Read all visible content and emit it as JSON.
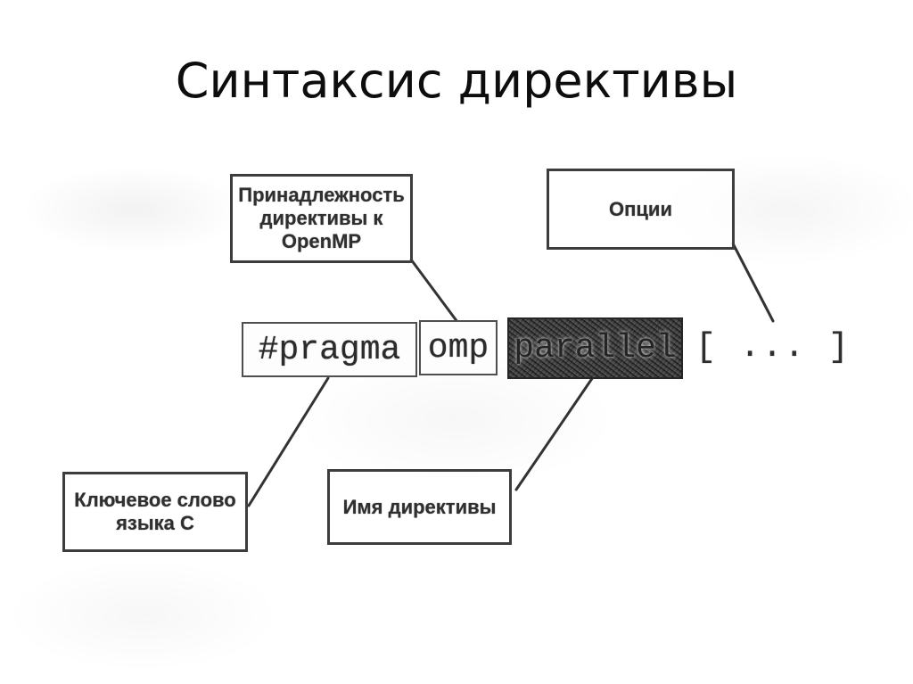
{
  "slide": {
    "title": "Синтаксис директивы"
  },
  "diagram": {
    "callouts": {
      "openmp_membership": {
        "label": "Принадлежность директивы к OpenMP"
      },
      "options": {
        "label": "Опции"
      },
      "c_keyword": {
        "label": "Ключевое слово языка C"
      },
      "directive_name": {
        "label": "Имя директивы"
      }
    },
    "code": {
      "pragma": "#pragma",
      "omp": "omp",
      "directive": "parallel",
      "options_brackets": "[ ... ]"
    },
    "colors": {
      "line": "#333333",
      "box_border": "#3d3d3d",
      "highlight_bg": "#4a4a4a",
      "text": "#2f2f2f"
    }
  }
}
